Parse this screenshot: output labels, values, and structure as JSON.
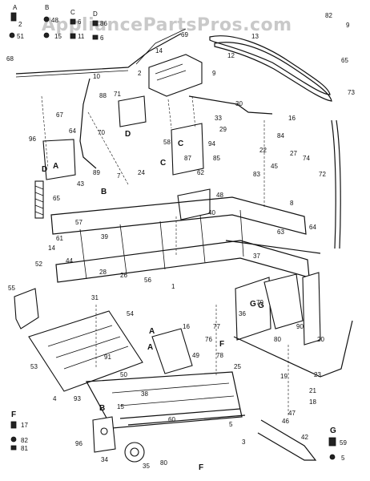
{
  "watermark": "AppliancePartsPros.com",
  "legend_top": {
    "groups": [
      {
        "letter": "A",
        "items": [
          "2",
          "51"
        ]
      },
      {
        "letter": "B",
        "items": [
          "48",
          "15"
        ]
      },
      {
        "letter": "C",
        "items": [
          "6",
          "11"
        ]
      },
      {
        "letter": "D",
        "items": [
          "86",
          "6"
        ]
      }
    ]
  },
  "legend_bottom": {
    "F": [
      "17",
      "82",
      "81"
    ],
    "G": [
      "59",
      "5"
    ]
  },
  "callouts": {
    "c1": "82",
    "c2": "9",
    "c3": "13",
    "c4": "12",
    "c5": "65",
    "c6": "68",
    "c7": "69",
    "c8": "14",
    "c9": "2",
    "c10": "10",
    "c11": "9",
    "c12": "88",
    "c13": "71",
    "c14": "67",
    "c15": "64",
    "c16": "70",
    "c17": "33",
    "c18": "29",
    "c19": "30",
    "c20": "16",
    "c21": "73",
    "c22": "84",
    "c23": "27",
    "c24": "74",
    "c25": "22",
    "c26": "72",
    "c27": "96",
    "c28": "89",
    "c29": "65",
    "c30": "43",
    "c31": "7",
    "c32": "58",
    "c33": "94",
    "c34": "85",
    "c35": "62",
    "c36": "24",
    "c37": "57",
    "c38": "61",
    "c39": "39",
    "c40": "48",
    "c41": "40",
    "c42": "63",
    "c43": "8",
    "c44": "64",
    "c45": "14",
    "c46": "44",
    "c47": "52",
    "c48": "55",
    "c49": "37",
    "c50": "28",
    "c51": "26",
    "c52": "31",
    "c53": "54",
    "c54": "53",
    "c55": "50",
    "c56": "91",
    "c57": "36",
    "c58": "76",
    "c59": "77",
    "c60": "80",
    "c61": "78",
    "c62": "20",
    "c63": "23",
    "c64": "21",
    "c65": "19",
    "c66": "25",
    "c67": "18",
    "c68": "15",
    "c69": "93",
    "c70": "34",
    "c71": "96",
    "c72": "35",
    "c73": "80",
    "c74": "42",
    "c75": "47",
    "c76": "46",
    "c77": "38",
    "c78": "60",
    "c79": "3",
    "c80": "5",
    "c81": "49",
    "c82": "4",
    "c83": "1",
    "c84": "16",
    "c85": "45",
    "c86": "83",
    "c87": "87",
    "c88": "56",
    "c89": "79",
    "c90": "90"
  },
  "letter_tags": {
    "t1": "A",
    "t2": "B",
    "t3": "C",
    "t4": "D",
    "t5": "D",
    "t6": "C",
    "t7": "G",
    "t8": "F",
    "t9": "F",
    "t10": "G",
    "t11": "A",
    "t12": "A",
    "t13": "B"
  }
}
